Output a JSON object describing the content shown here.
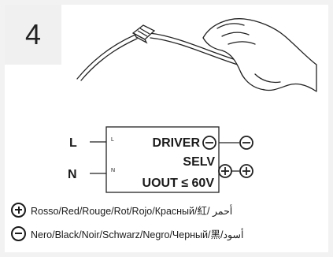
{
  "step": {
    "number": "4"
  },
  "diagram": {
    "line_label": "L",
    "neutral_label": "N",
    "driver_l_mark": "L",
    "driver_n_mark": "N",
    "driver_title": "DRIVER",
    "selv_label": "SELV",
    "uout_label": "UOUT ≤ 60V"
  },
  "legend": {
    "positive_text": "Rosso/Red/Rouge/Rot/Rojo/Красный/紅/ أحمر",
    "negative_text": "Nero/Black/Noir/Schwarz/Negro/Черный/黑/أسود"
  }
}
